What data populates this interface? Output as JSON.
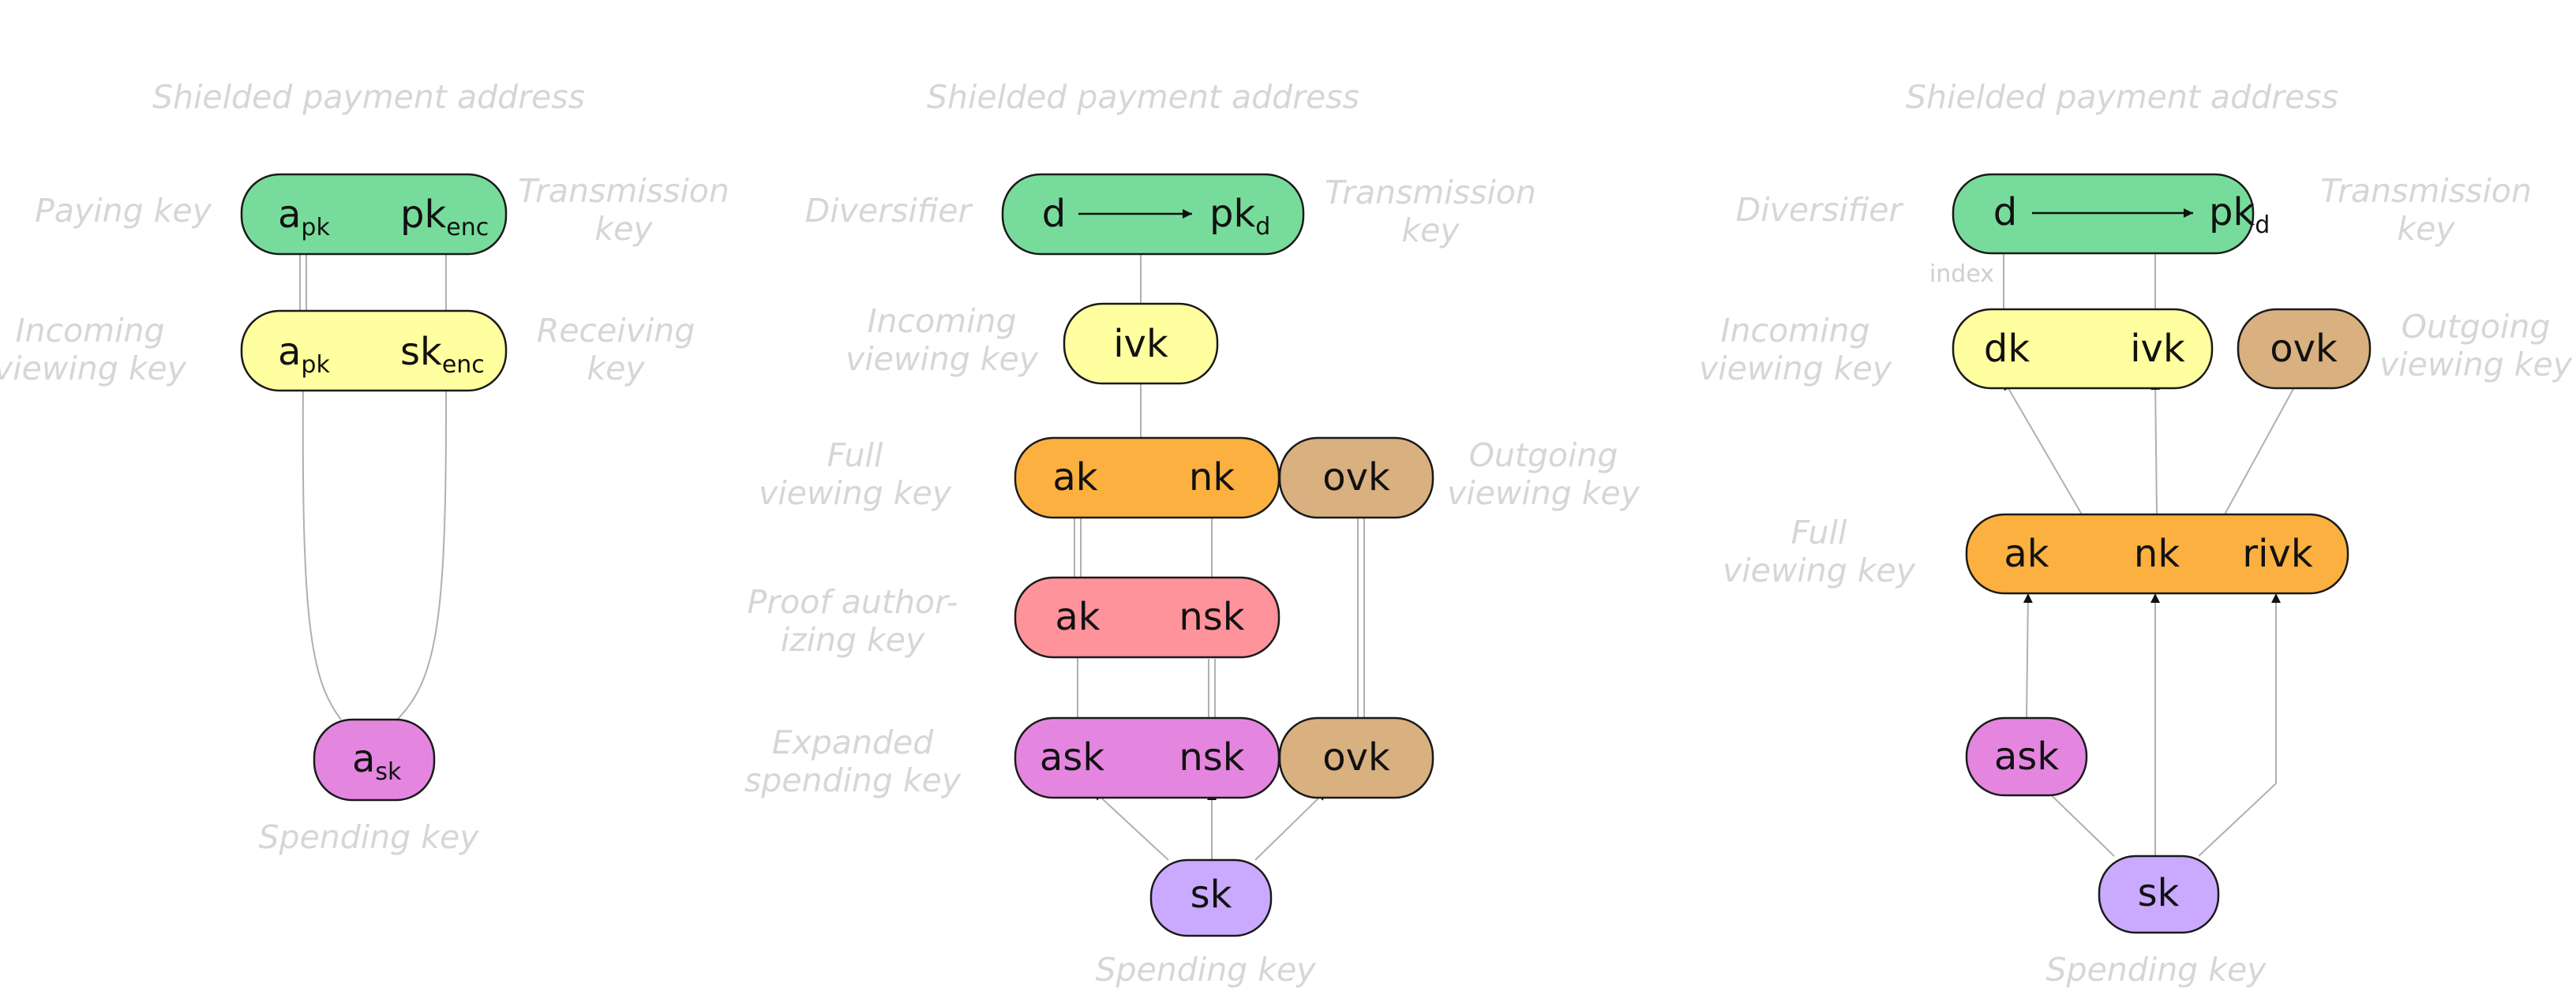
{
  "colors": {
    "payment_address": "#77dc9b",
    "incoming_viewing": "#ffff9f",
    "full_viewing": "#fbb040",
    "outgoing_viewing": "#d9b07f",
    "proof_authorizing": "#ff939b",
    "expanded_spending": "#e486e0",
    "spending": "#c9aaff",
    "label_text": "#d6d6d6",
    "edge": "#b0b0b0"
  },
  "left": {
    "title": "Shielded payment address",
    "paying_key_label": "Paying key",
    "transmission_key_label_1": "Transmission",
    "transmission_key_label_2": "key",
    "incoming_label_1": "Incoming",
    "incoming_label_2": "viewing key",
    "receiving_label_1": "Receiving",
    "receiving_label_2": "key",
    "spending_key_label": "Spending key",
    "addr_apk": "a",
    "addr_apk_sub": "pk",
    "addr_pkenc": "pk",
    "addr_pkenc_sub": "enc",
    "ivk_apk": "a",
    "ivk_apk_sub": "pk",
    "ivk_skenc": "sk",
    "ivk_skenc_sub": "enc",
    "ask": "a",
    "ask_sub": "sk"
  },
  "middle": {
    "title": "Shielded payment address",
    "diversifier_label": "Diversifier",
    "transmission_key_label_1": "Transmission",
    "transmission_key_label_2": "key",
    "incoming_label_1": "Incoming",
    "incoming_label_2": "viewing key",
    "full_label_1": "Full",
    "full_label_2": "viewing key",
    "outgoing_label_1": "Outgoing",
    "outgoing_label_2": "viewing key",
    "proof_label_1": "Proof author-",
    "proof_label_2": "izing key",
    "expanded_label_1": "Expanded",
    "expanded_label_2": "spending key",
    "spending_key_label": "Spending key",
    "addr_d": "d",
    "addr_pkd": "pk",
    "addr_pkd_sub": "d",
    "ivk": "ivk",
    "fvk_ak": "ak",
    "fvk_nk": "nk",
    "fvk_ovk": "ovk",
    "pak_ak": "ak",
    "pak_nsk": "nsk",
    "esk_ask": "ask",
    "esk_nsk": "nsk",
    "esk_ovk": "ovk",
    "sk": "sk"
  },
  "right": {
    "title": "Shielded payment address",
    "diversifier_label": "Diversifier",
    "transmission_key_label_1": "Transmission",
    "transmission_key_label_2": "key",
    "index_label": "index",
    "incoming_label_1": "Incoming",
    "incoming_label_2": "viewing key",
    "outgoing_label_1": "Outgoing",
    "outgoing_label_2": "viewing key",
    "full_label_1": "Full",
    "full_label_2": "viewing key",
    "spending_key_label": "Spending key",
    "addr_d": "d",
    "addr_pkd": "pk",
    "addr_pkd_sub": "d",
    "ivk_dk": "dk",
    "ivk_ivk": "ivk",
    "ovk": "ovk",
    "fvk_ak": "ak",
    "fvk_nk": "nk",
    "fvk_rivk": "rivk",
    "ask": "ask",
    "sk": "sk"
  }
}
